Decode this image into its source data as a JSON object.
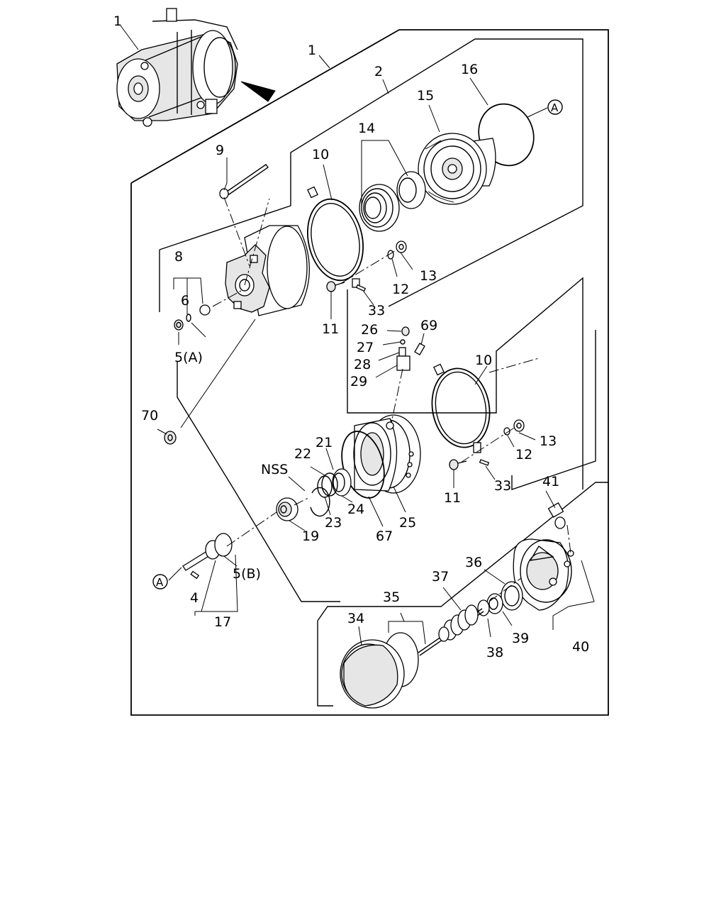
{
  "diagram": {
    "callouts": {
      "c1_top": "1",
      "c1_frame": "1",
      "c2": "2",
      "c4": "4",
      "c5a": "5(A)",
      "c5b": "5(B)",
      "c6": "6",
      "c8": "8",
      "c9": "9",
      "c10a": "10",
      "c10b": "10",
      "c11a": "11",
      "c11b": "11",
      "c12a": "12",
      "c12b": "12",
      "c13a": "13",
      "c13b": "13",
      "c14": "14",
      "c15": "15",
      "c16": "16",
      "c17": "17",
      "c19": "19",
      "c21": "21",
      "c22": "22",
      "c23": "23",
      "c24": "24",
      "c25": "25",
      "c26": "26",
      "c27": "27",
      "c28": "28",
      "c29": "29",
      "c33a": "33",
      "c33b": "33",
      "c34": "34",
      "c35": "35",
      "c36": "36",
      "c37": "37",
      "c38": "38",
      "c39": "39",
      "c40": "40",
      "c41": "41",
      "c67": "67",
      "c69": "69",
      "c70": "70",
      "nss": "NSS"
    },
    "ref_marks": {
      "a_top": "A",
      "a_bottom": "A"
    }
  }
}
